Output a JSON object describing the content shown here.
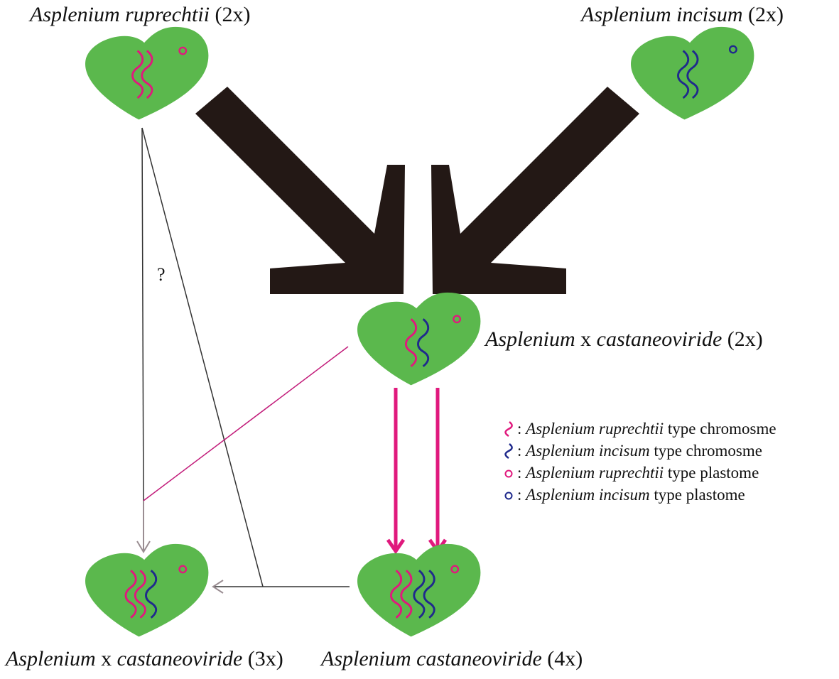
{
  "labels": {
    "ruprechtii": {
      "genus": "Asplenium",
      "epithet": "ruprechtii",
      "ploidy": "(2x)"
    },
    "incisum": {
      "genus": "Asplenium",
      "epithet": "incisum",
      "ploidy": "(2x)"
    },
    "hybrid_2x": {
      "genus": "Asplenium",
      "cross": "x",
      "epithet": "castaneoviride",
      "ploidy": "(2x)"
    },
    "hybrid_3x": {
      "genus": "Asplenium",
      "cross": "x",
      "epithet": "castaneoviride",
      "ploidy": "(3x)"
    },
    "castaneoviride_4x": {
      "genus": "Asplenium",
      "epithet": "castaneoviride",
      "ploidy": "(4x)"
    }
  },
  "question_mark": "?",
  "legend": [
    {
      "symbol": "chromosome",
      "color": "#e0197d",
      "sep": ":",
      "genus": "Asplenium",
      "epithet": "ruprechtii",
      "type": "type chromosme"
    },
    {
      "symbol": "chromosome",
      "color": "#1f2a8c",
      "sep": ":",
      "genus": "Asplenium",
      "epithet": "incisum",
      "type": "type chromosme"
    },
    {
      "symbol": "plastome",
      "color": "#e0197d",
      "sep": ":",
      "genus": "Asplenium",
      "epithet": "ruprechtii",
      "type": "type plastome"
    },
    {
      "symbol": "plastome",
      "color": "#1f2a8c",
      "sep": ":",
      "genus": "Asplenium",
      "epithet": "incisum",
      "type": "type plastome"
    }
  ],
  "colors": {
    "cell": "#5bb84d",
    "ruprechtii": "#e0197d",
    "incisum": "#1f2a8c",
    "big_arrow": "#231815",
    "pink_arrow": "#e0197d",
    "thin_line": "#333333",
    "gray_arrow": "#9a8d92"
  }
}
